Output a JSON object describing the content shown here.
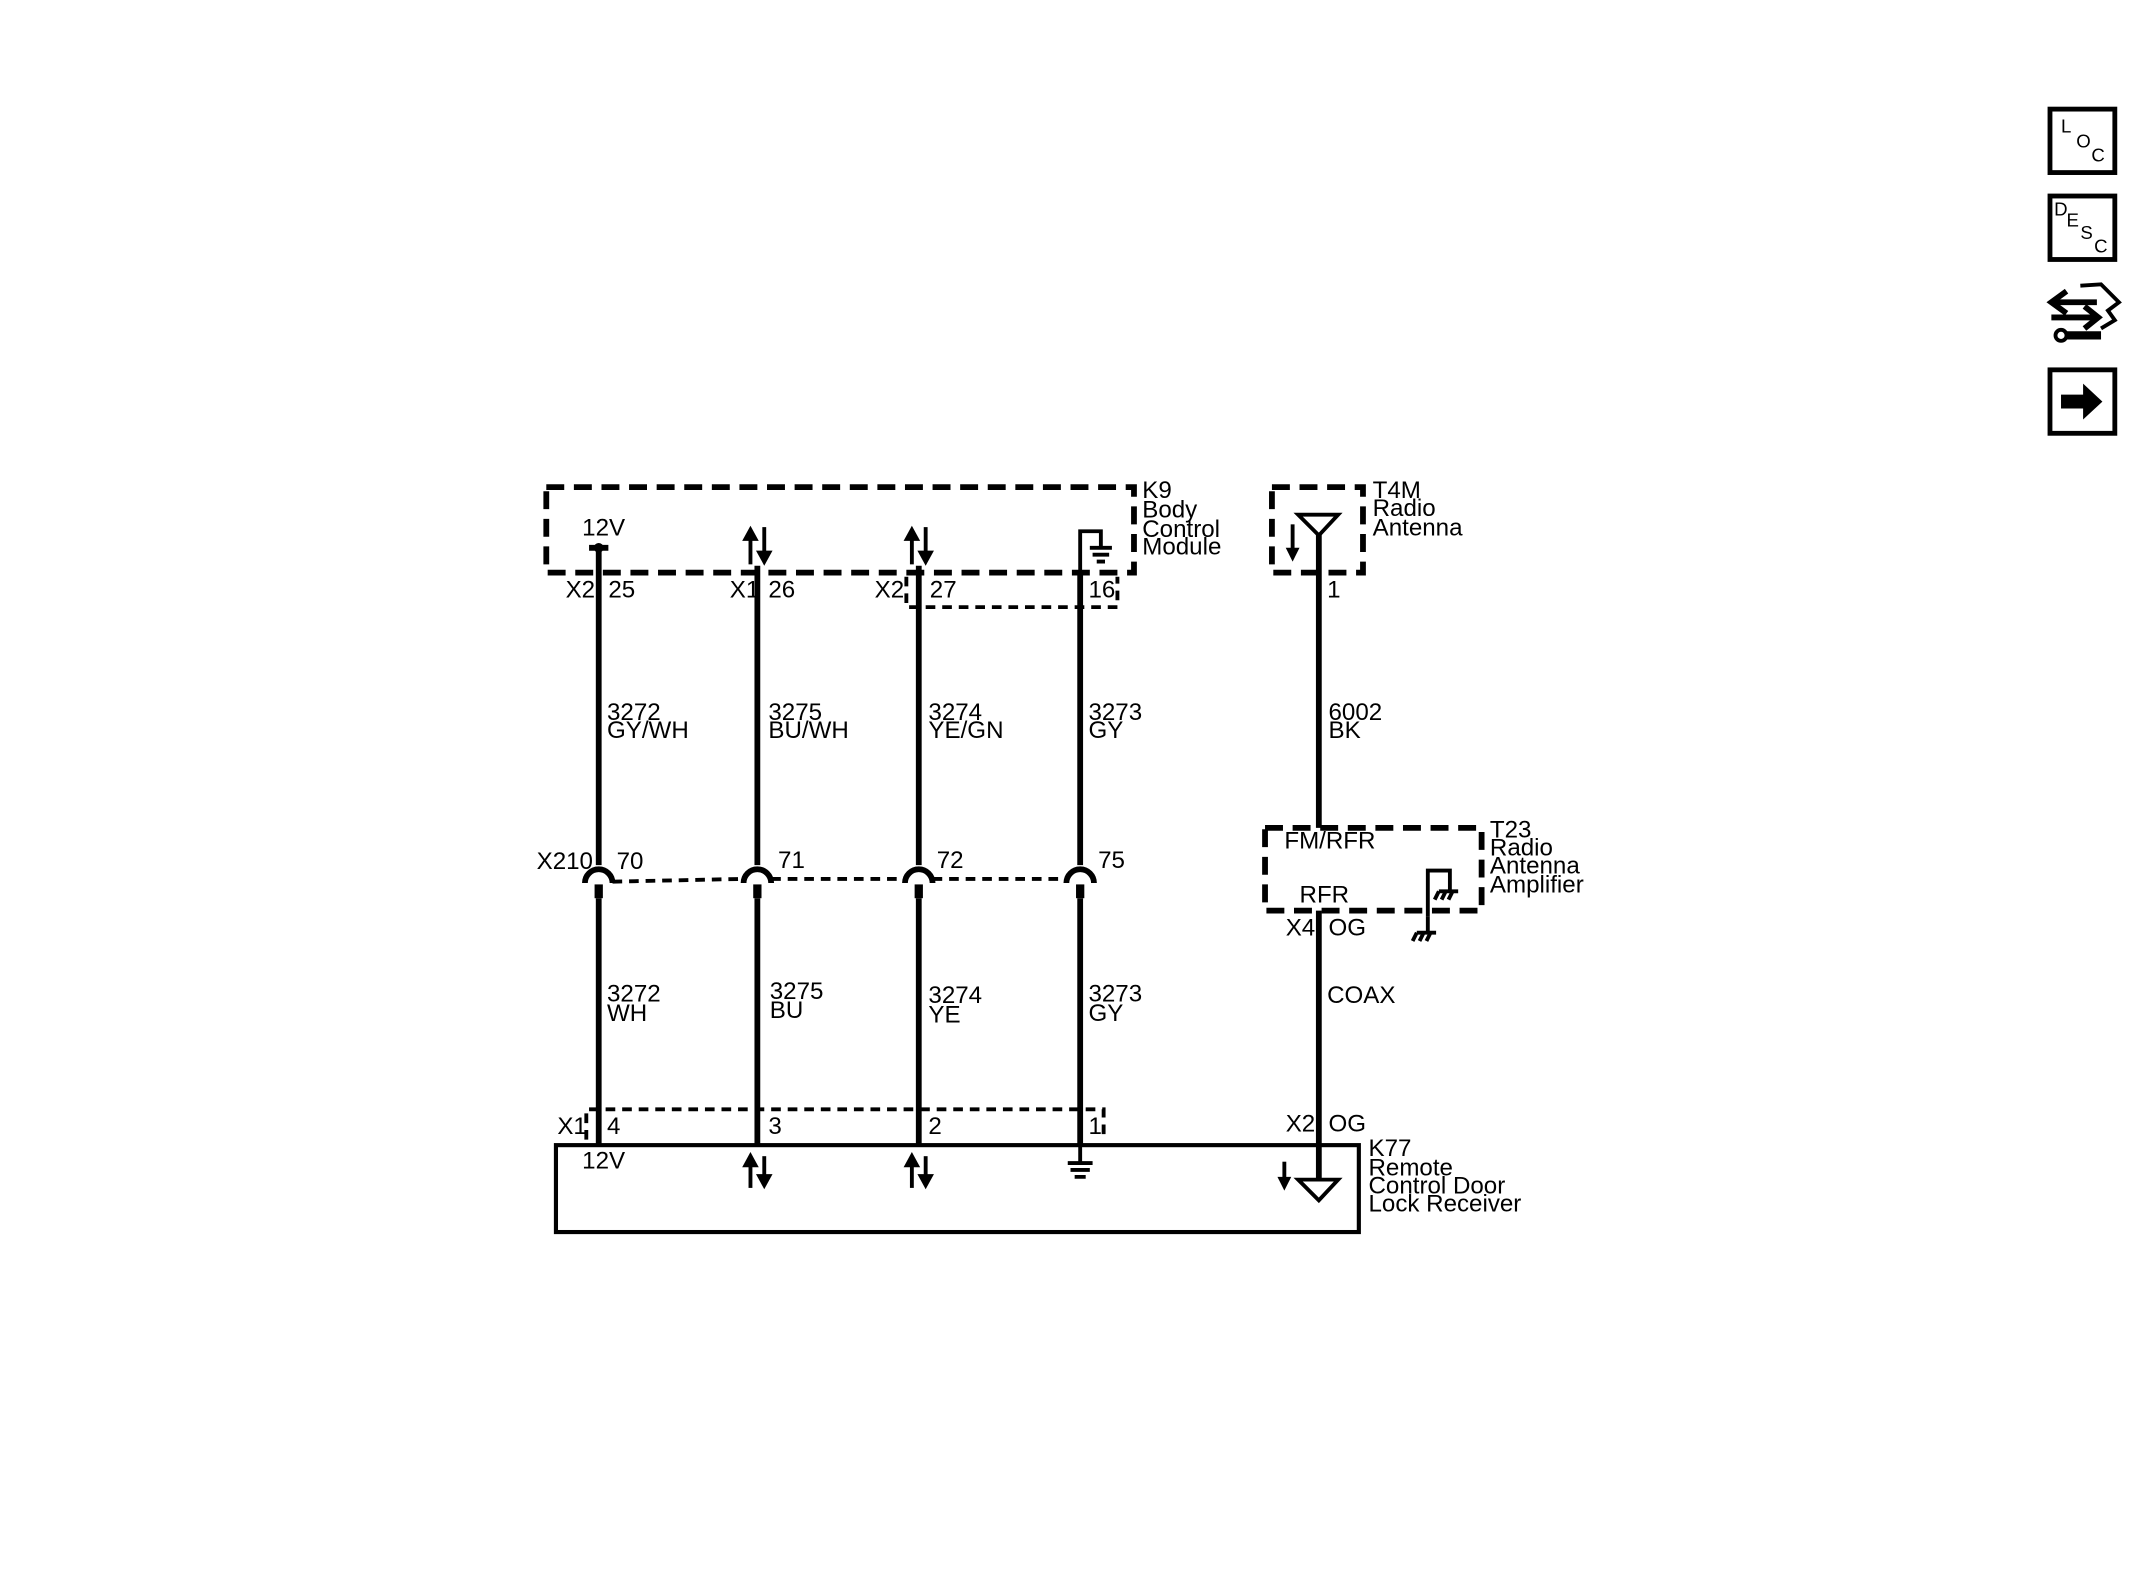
{
  "side_buttons": [
    {
      "icon": "loc-icon",
      "letters": [
        "L",
        "O",
        "C"
      ]
    },
    {
      "icon": "desc-icon",
      "letters": [
        "D",
        "E",
        "S",
        "C"
      ]
    },
    {
      "icon": "connector-repair-icon"
    },
    {
      "icon": "next-arrow-icon"
    }
  ],
  "components": {
    "k9": {
      "ref": "K9",
      "name": [
        "Body",
        "Control",
        "Module"
      ]
    },
    "t4m": {
      "ref": "T4M",
      "name": [
        "Radio",
        "Antenna"
      ]
    },
    "t23": {
      "ref": "T23",
      "name": [
        "Radio",
        "Antenna",
        "Amplifier"
      ],
      "pin_in": "FM/RFR",
      "pin_out": "RFR"
    },
    "k77": {
      "ref": "K77",
      "name": [
        "Remote",
        "Control Door",
        "Lock Receiver"
      ]
    }
  },
  "k9_pins": {
    "supply_label": "12V",
    "connectors": [
      {
        "connector": "X2",
        "pin": "25"
      },
      {
        "connector": "X1",
        "pin": "26"
      },
      {
        "connector": "X2",
        "pin": "27"
      },
      {
        "connector": "",
        "pin": "16"
      }
    ]
  },
  "wires_upper": [
    {
      "circuit": "3272",
      "color": "GY/WH"
    },
    {
      "circuit": "3275",
      "color": "BU/WH"
    },
    {
      "circuit": "3274",
      "color": "YE/GN"
    },
    {
      "circuit": "3273",
      "color": "GY"
    }
  ],
  "inline_connector": {
    "name": "X210",
    "pins": [
      "70",
      "71",
      "72",
      "75"
    ]
  },
  "wires_lower": [
    {
      "circuit": "3272",
      "color": "WH"
    },
    {
      "circuit": "3275",
      "color": "BU"
    },
    {
      "circuit": "3274",
      "color": "YE"
    },
    {
      "circuit": "3273",
      "color": "GY"
    }
  ],
  "k77_pins": {
    "connector": "X1",
    "pins": [
      "4",
      "3",
      "2",
      "1"
    ],
    "supply_label": "12V"
  },
  "antenna_path": {
    "t4m_pin": "1",
    "wire": {
      "circuit": "6002",
      "color": "BK"
    },
    "t23_connector": "X4",
    "t23_term": "OG",
    "coax": "COAX",
    "k77_connector": "X2",
    "k77_term": "OG"
  }
}
